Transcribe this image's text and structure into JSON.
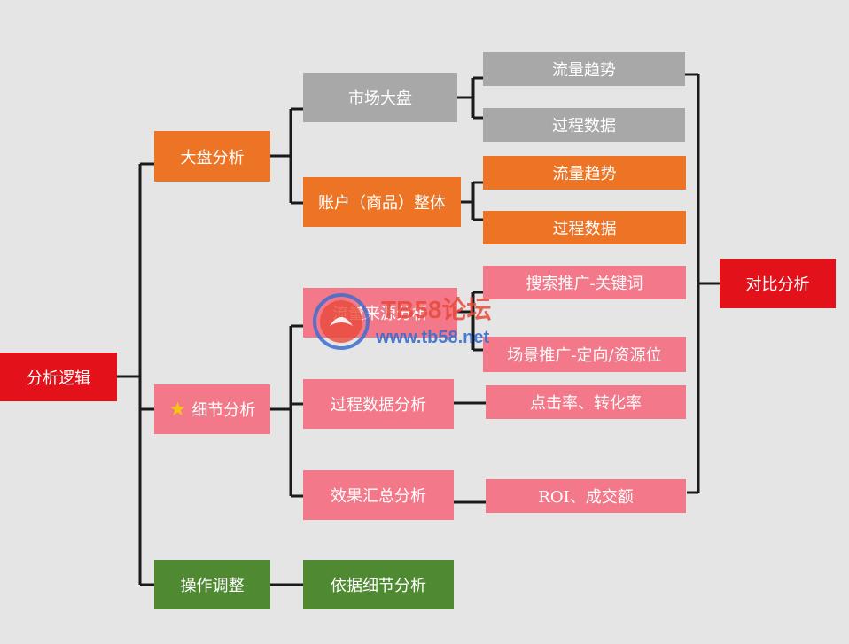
{
  "root": "分析逻辑",
  "level1": {
    "dapan": "大盘分析",
    "xijie": "细节分析",
    "caozuo": "操作调整"
  },
  "level2": {
    "shichang": "市场大盘",
    "zhanghu": "账户（商品）整体",
    "liuliang": "流量来源分析",
    "guocheng": "过程数据分析",
    "xiaoguo": "效果汇总分析",
    "yiju": "依据细节分析"
  },
  "level3": {
    "shichang_trend": "流量趋势",
    "shichang_data": "过程数据",
    "zhanghu_trend": "流量趋势",
    "zhanghu_data": "过程数据",
    "search": "搜索推广-关键词",
    "scene": "场景推广-定向/资源位",
    "click": "点击率、转化率",
    "roi": "ROI、成交额"
  },
  "compare": "对比分析",
  "watermark": {
    "title": "TB58论坛",
    "url": "www.tb58.net"
  },
  "icons": {
    "star": "star-icon",
    "logo": "tb58-logo-icon"
  },
  "colors": {
    "red": "#e3121a",
    "orange": "#ed7425",
    "gray": "#a8a8a8",
    "pink": "#f2788a",
    "green": "#4f8a33"
  }
}
